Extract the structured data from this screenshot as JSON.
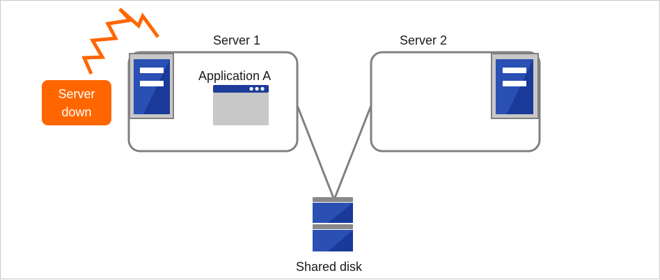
{
  "labels": {
    "server1": "Server 1",
    "server2": "Server 2",
    "application": "Application A",
    "shared_disk": "Shared disk",
    "failure_line1": "Server",
    "failure_line2": "down"
  },
  "colors": {
    "border": "#808080",
    "server_blue": "#2a50b4",
    "server_blue_dark": "#1a3a9a",
    "server_casing": "#c8c8c8",
    "app_titlebar": "#1e3c9a",
    "app_body": "#c8c8c8",
    "alert_orange": "#ff6600",
    "disk_cap": "#888888"
  },
  "icons": {
    "server1": "server-icon",
    "server2": "server-icon",
    "application": "app-window-icon",
    "shared_disk": "disk-stack-icon",
    "failure": "lightning-bolt-icon"
  }
}
